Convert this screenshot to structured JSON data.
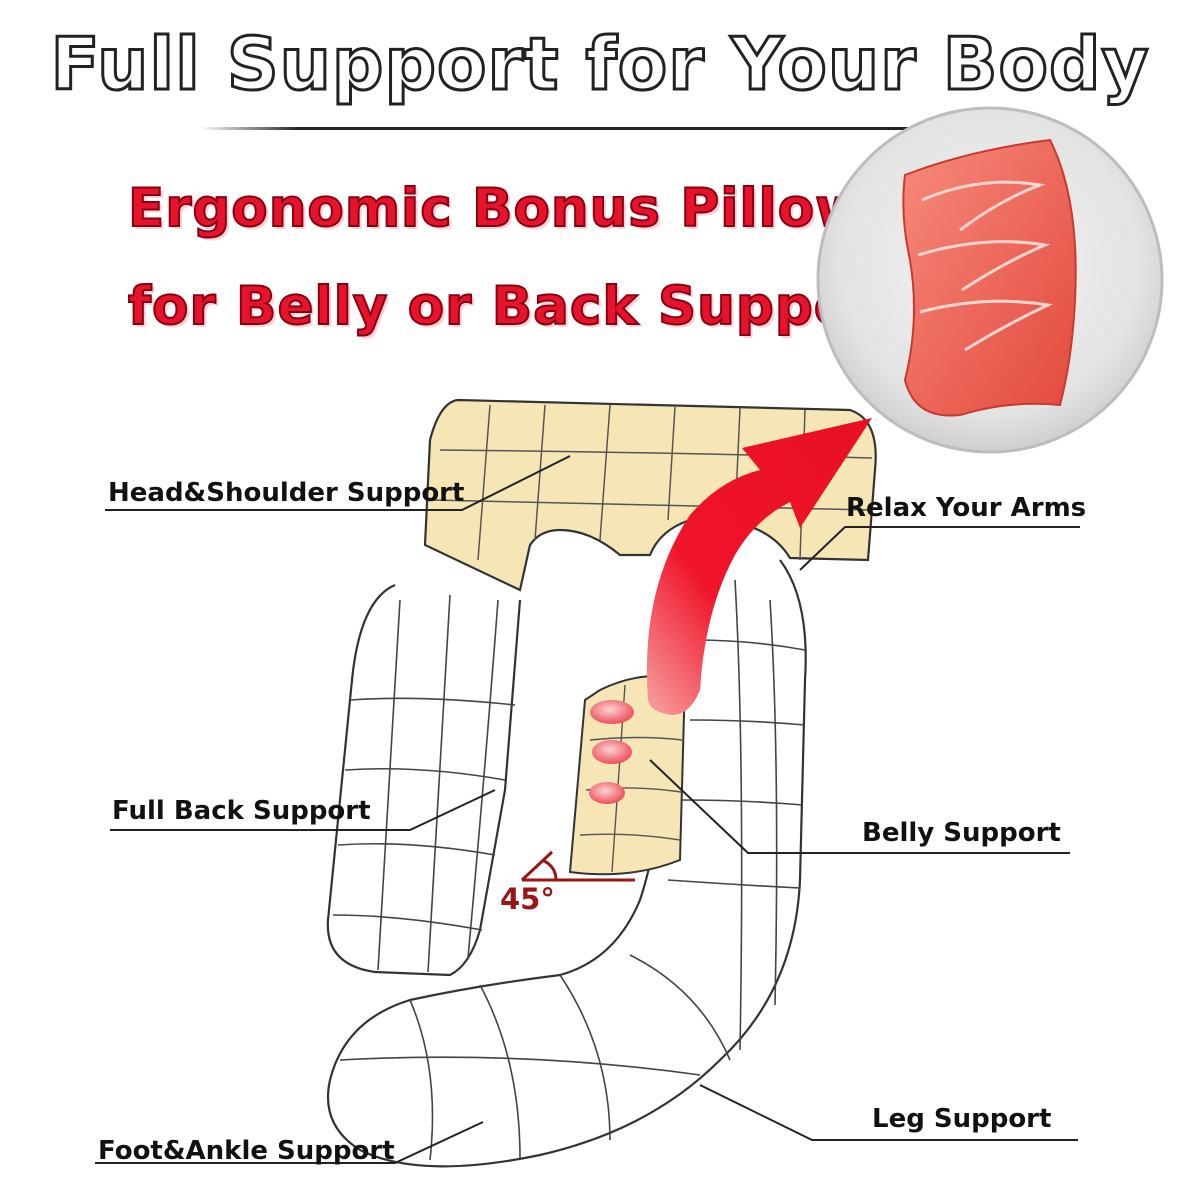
{
  "headline": "Full Support for Your Body",
  "promo": {
    "line1": "Ergonomic Bonus Pillow",
    "line2": "for Belly or Back Support"
  },
  "labels": {
    "head_shoulder": "Head&Shoulder Support",
    "relax_arms": "Relax Your Arms",
    "full_back": "Full Back Support",
    "belly": "Belly Support",
    "leg": "Leg Support",
    "foot_ankle": "Foot&Ankle Support"
  },
  "angle": "45°",
  "colors": {
    "accent_red": "#e5142c",
    "pillow_cream": "#f6e6b6",
    "bonus_pillow": "#f07466",
    "outline": "#333333"
  },
  "icons": {
    "pointer": "curved-arrow-icon",
    "angle": "angle-marker-icon"
  }
}
